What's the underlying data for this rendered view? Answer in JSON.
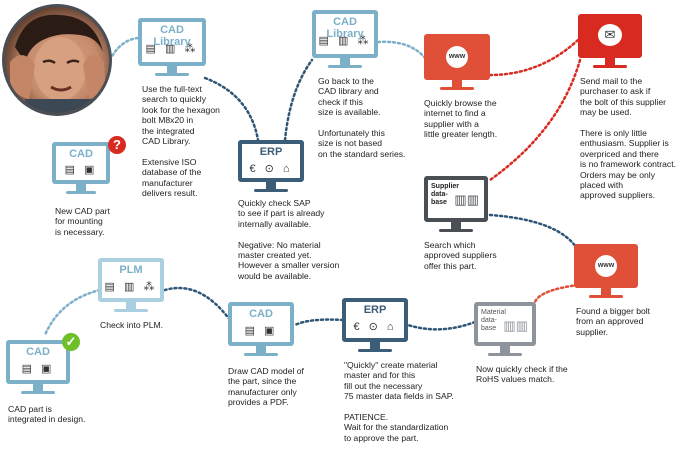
{
  "colors": {
    "teal": "#7cb0c9",
    "navy": "#3c5d78",
    "gray": "#8d949b",
    "red": "#e05038",
    "dotblue": "#2f5676",
    "dotred": "#d92a22"
  },
  "nodes": {
    "cad_top": {
      "title": "CAD"
    },
    "cad_library_1": {
      "title": "CAD Library"
    },
    "erp_top": {
      "title": "ERP",
      "icons": "€ ⊙ ⌂"
    },
    "cad_library_2": {
      "title": "CAD Library"
    },
    "www_1": {
      "title": "www"
    },
    "mail": {
      "icon": "✉"
    },
    "supplier_db": {
      "title": "Supplier\ndata-\nbase"
    },
    "www_2": {
      "title": "www"
    },
    "plm": {
      "title": "PLM"
    },
    "cad_bottom_left": {
      "title": "CAD"
    },
    "cad_mid": {
      "title": "CAD"
    },
    "erp_bottom": {
      "title": "ERP",
      "icons": "€ ⊙ ⌂"
    },
    "material_db": {
      "title": "Material\ndata-\nbase"
    }
  },
  "texts": {
    "t_new_cad": "New CAD part\nfor mounting\nis necessary.",
    "t_cad_lib_1": "Use the full-text\nsearch to quickly\nlook for the hexagon\nbolt M8x20 in\nthe integrated\nCAD Library.\n\nExtensive ISO\ndatabase of the\nmanufacturer\ndelivers result.",
    "t_erp_top": "Quickly check SAP\nto see if part is already\ninternally available.\n\nNegative: No material\nmaster created yet.\nHowever a smaller version\nwould be available.",
    "t_cad_lib_2": "Go back to the\nCAD library and\ncheck if this\nsize is available.\n\nUnfortunately this\nsize is not based\non the standard series.",
    "t_www_1": "Quickly browse the\ninternet to find a\nsupplier with a\nlittle greater length.",
    "t_mail": "Send mail to the\npurchaser to ask if\nthe bolt of this supplier\nmay be used.\n\nThere is only little\nenthusiasm. Supplier is\noverpriced and there\nis no framework contract.\nOrders may be only\nplaced with\napproved suppliers.",
    "t_supplier_db": "Search which\napproved suppliers\noffer this part.",
    "t_www_2": "Found a bigger bolt\nfrom an approved\nsupplier.",
    "t_plm": "Check into PLM.",
    "t_cad_bottom_left": "CAD part is\nintegrated in design.",
    "t_cad_mid": "Draw CAD model of\nthe part, since the\nmanufacturer only\nprovides a PDF.",
    "t_erp_bottom": "\"Quickly\" create material\nmaster and for this\nfill out the necessary\n75 master data fields in SAP.\n\nPATIENCE.\nWait for the standardization\nto approve the part.",
    "t_material_db": "Now quickly check if the\nRoHS values match."
  },
  "badges": {
    "question": "?",
    "check": "✓"
  }
}
